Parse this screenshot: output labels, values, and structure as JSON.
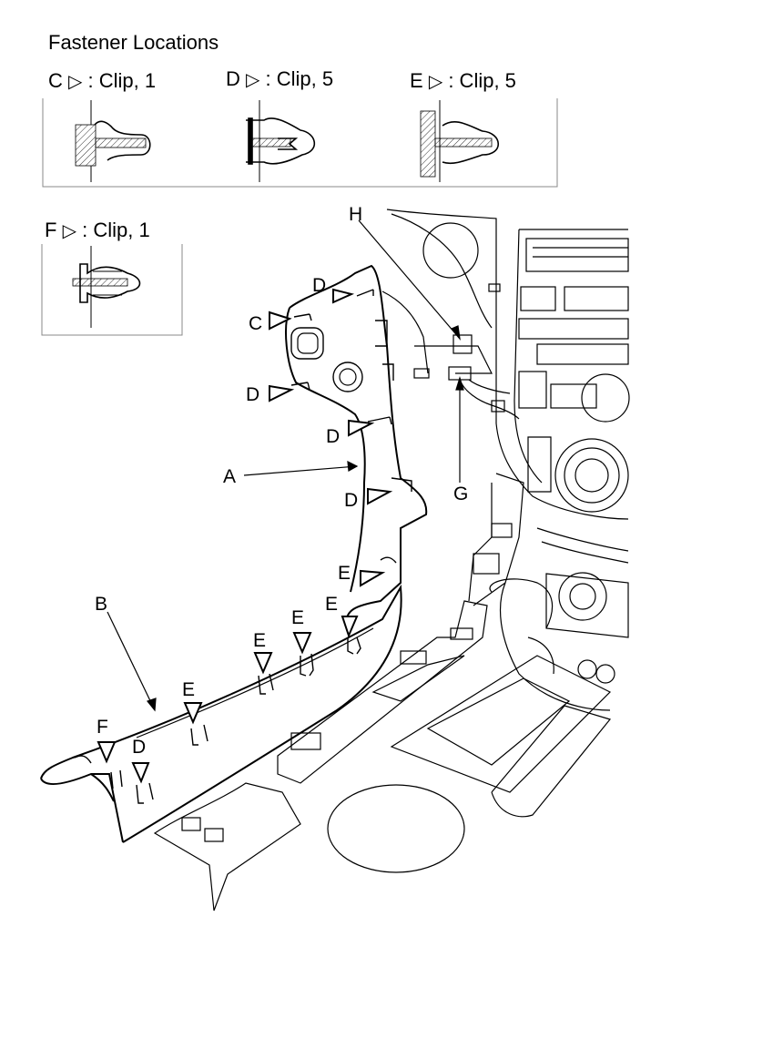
{
  "heading": "Fastener Locations",
  "triangle_glyph": "▷",
  "clip_types": [
    {
      "letter": "C",
      "desc": ": Clip, 1"
    },
    {
      "letter": "D",
      "desc": ": Clip, 5"
    },
    {
      "letter": "E",
      "desc": ": Clip, 5"
    },
    {
      "letter": "F",
      "desc": ": Clip, 1"
    }
  ],
  "callouts": {
    "A": "A",
    "B": "B",
    "C": "C",
    "D": "D",
    "E": "E",
    "F": "F",
    "G": "G",
    "H": "H"
  }
}
